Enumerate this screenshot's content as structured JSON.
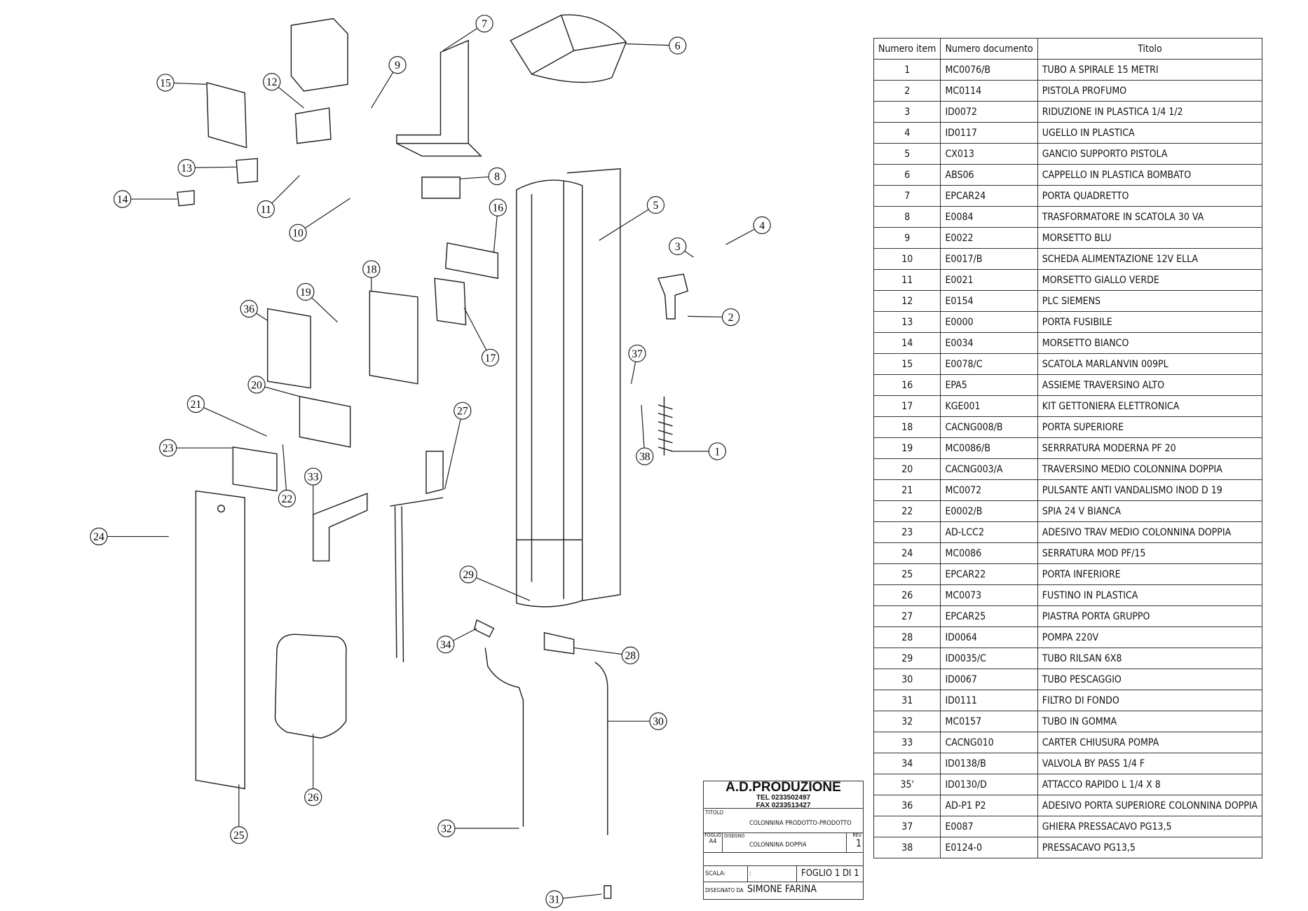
{
  "callouts": [
    "1",
    "2",
    "3",
    "4",
    "5",
    "6",
    "7",
    "8",
    "9",
    "10",
    "11",
    "12",
    "13",
    "14",
    "15",
    "16",
    "17",
    "18",
    "19",
    "20",
    "21",
    "22",
    "23",
    "24",
    "25",
    "26",
    "27",
    "28",
    "29",
    "30",
    "31",
    "32",
    "33",
    "34",
    "36",
    "37",
    "38"
  ],
  "bom": {
    "headers": [
      "Numero item",
      "Numero documento",
      "Titolo"
    ],
    "rows": [
      [
        "1",
        "MC0076/B",
        "TUBO A SPIRALE 15 METRI"
      ],
      [
        "2",
        "MC0114",
        "PISTOLA  PROFUMO"
      ],
      [
        "3",
        "ID0072",
        "RIDUZIONE IN PLASTICA 1/4 1/2"
      ],
      [
        "4",
        "ID0117",
        "UGELLO IN PLASTICA"
      ],
      [
        "5",
        "CX013",
        "GANCIO SUPPORTO PISTOLA"
      ],
      [
        "6",
        "ABS06",
        "CAPPELLO IN PLASTICA BOMBATO"
      ],
      [
        "7",
        "EPCAR24",
        "PORTA QUADRETTO"
      ],
      [
        "8",
        "E0084",
        "TRASFORMATORE IN SCATOLA 30 VA"
      ],
      [
        "9",
        "E0022",
        "MORSETTO BLU"
      ],
      [
        "10",
        "E0017/B",
        "SCHEDA ALIMENTAZIONE 12V ELLA"
      ],
      [
        "11",
        "E0021",
        "MORSETTO GIALLO VERDE"
      ],
      [
        "12",
        "E0154",
        "PLC SIEMENS"
      ],
      [
        "13",
        "E0000",
        "PORTA FUSIBILE"
      ],
      [
        "14",
        "E0034",
        "MORSETTO BIANCO"
      ],
      [
        "15",
        "E0078/C",
        "SCATOLA MARLANVIN 009PL"
      ],
      [
        "16",
        "EPA5",
        "ASSIEME TRAVERSINO ALTO"
      ],
      [
        "17",
        "KGE001",
        "KIT GETTONIERA ELETTRONICA"
      ],
      [
        "18",
        "CACNG008/B",
        "PORTA SUPERIORE"
      ],
      [
        "19",
        "MC0086/B",
        "SERRRATURA MODERNA PF 20"
      ],
      [
        "20",
        "CACNG003/A",
        "TRAVERSINO MEDIO COLONNINA DOPPIA"
      ],
      [
        "21",
        "MC0072",
        "PULSANTE ANTI VANDALISMO INOD D 19"
      ],
      [
        "22",
        "E0002/B",
        "SPIA 24 V BIANCA"
      ],
      [
        "23",
        "AD-LCC2",
        "ADESIVO TRAV MEDIO COLONNINA DOPPIA"
      ],
      [
        "24",
        "MC0086",
        "SERRATURA MOD PF/15"
      ],
      [
        "25",
        "EPCAR22",
        "PORTA INFERIORE"
      ],
      [
        "26",
        "MC0073",
        "FUSTINO IN PLASTICA"
      ],
      [
        "27",
        "EPCAR25",
        "PIASTRA PORTA GRUPPO"
      ],
      [
        "28",
        "ID0064",
        "POMPA 220V"
      ],
      [
        "29",
        "ID0035/C",
        "TUBO RILSAN 6X8"
      ],
      [
        "30",
        "ID0067",
        "TUBO PESCAGGIO"
      ],
      [
        "31",
        "ID0111",
        "FILTRO DI FONDO"
      ],
      [
        "32",
        "MC0157",
        "TUBO IN GOMMA"
      ],
      [
        "33",
        "CACNG010",
        "CARTER CHIUSURA POMPA"
      ],
      [
        "34",
        "ID0138/B",
        "VALVOLA BY PASS 1/4 F"
      ],
      [
        "35'",
        "ID0130/D",
        "ATTACCO RAPIDO L 1/4 X 8"
      ],
      [
        "36",
        "AD-P1 P2",
        "ADESIVO PORTA SUPERIORE COLONNINA DOPPIA"
      ],
      [
        "37",
        "E0087",
        "GHIERA PRESSACAVO PG13,5"
      ],
      [
        "38",
        "E0124-0",
        "PRESSACAVO PG13,5"
      ]
    ]
  },
  "title_block": {
    "company": "A.D.PRODUZIONE",
    "tel": "TEL 0233502497",
    "fax": "FAX 0233513427",
    "titolo_label": "TITOLO",
    "titolo": "COLONNINA PRODOTTO-PRODOTTO",
    "foglio_label": "FOGLIO",
    "foglio": "A4",
    "disegno_label": "DISEGNO",
    "disegno": "COLONNINA DOPPIA",
    "rev_label": "REV",
    "rev": "1",
    "scala_label": "SCALA:",
    "scala": ":",
    "sheet": "FOGLIO 1 DI 1",
    "disegnato_label": "DISEGNATO DA",
    "disegnato": "SIMONE FARINA"
  }
}
